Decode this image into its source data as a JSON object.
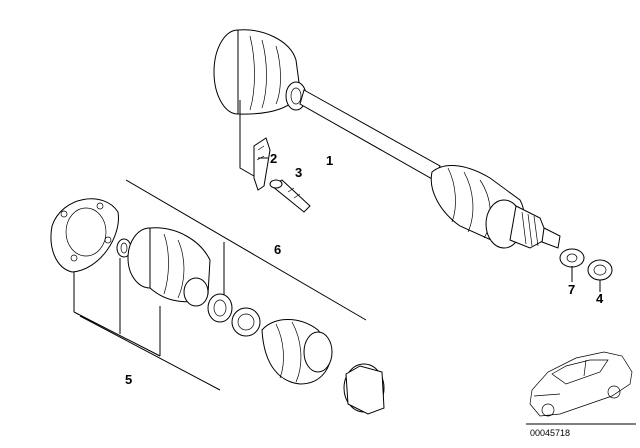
{
  "callouts": {
    "c1": "1",
    "c2": "2",
    "c3": "3",
    "c4": "4",
    "c5": "5",
    "c6": "6",
    "c7": "7"
  },
  "reference_code": "00045718"
}
